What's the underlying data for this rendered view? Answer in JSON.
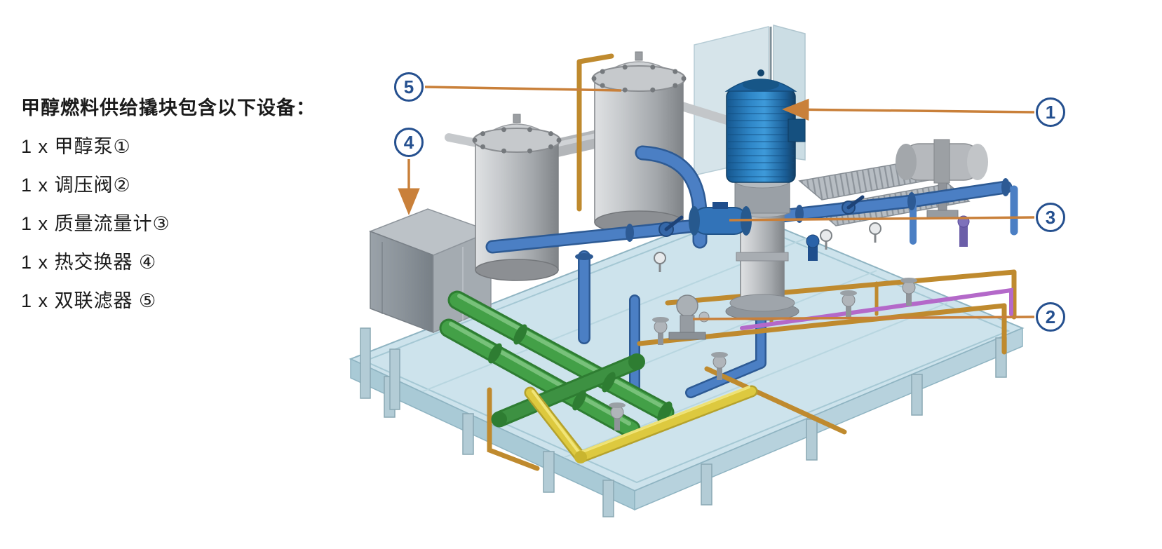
{
  "page": {
    "background": "#ffffff",
    "language": "zh-CN"
  },
  "legend": {
    "title": "甲醇燃料供给撬块包含以下设备：",
    "items": [
      "1 x 甲醇泵①",
      "1 x 调压阀②",
      "1 x 质量流量计③",
      "1 x 热交换器 ④",
      "1 x 双联滤器 ⑤"
    ]
  },
  "callouts": [
    {
      "number": "1",
      "equipment": "甲醇泵"
    },
    {
      "number": "2",
      "equipment": "调压阀"
    },
    {
      "number": "3",
      "equipment": "质量流量计"
    },
    {
      "number": "4",
      "equipment": "热交换器"
    },
    {
      "number": "5",
      "equipment": "双联滤器"
    }
  ],
  "figure": {
    "type": "isometric-3d-render",
    "subject": "甲醇燃料供给撬块",
    "equipment": [
      {
        "no": "1",
        "name": "甲醇泵"
      },
      {
        "no": "2",
        "name": "调压阀"
      },
      {
        "no": "3",
        "name": "质量流量计"
      },
      {
        "no": "4",
        "name": "热交换器"
      },
      {
        "no": "5",
        "name": "双联滤器"
      }
    ]
  },
  "colors": {
    "callout_blue": "#25508f",
    "leader_orange": "#c9803a",
    "text": "#1b1b1b",
    "motor_blue": "#2f87c8",
    "pipe_green": "#43a047",
    "pipe_yellow": "#ddc93f",
    "pipe_blue": "#4b7fc4",
    "pipe_orange": "#bf8a2e",
    "pipe_purple": "#b469c9",
    "skid_light_blue": "#cde3ec"
  }
}
